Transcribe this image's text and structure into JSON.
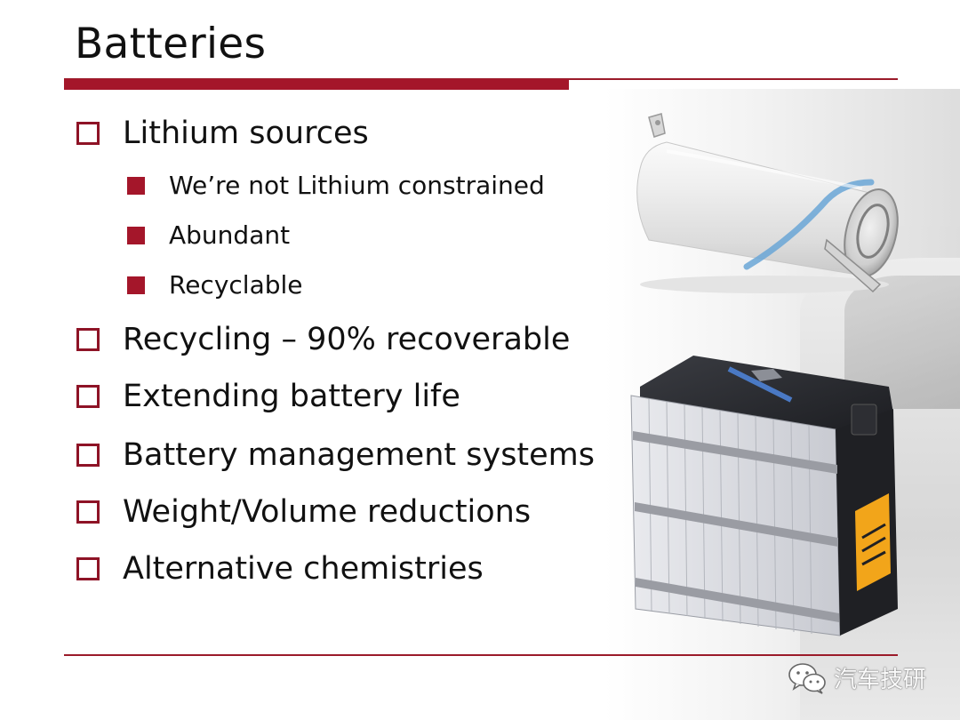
{
  "slide": {
    "title": "Batteries",
    "bullets": [
      {
        "text": "Lithium sources",
        "sub": [
          "We’re not Lithium constrained",
          "Abundant",
          "Recyclable"
        ]
      },
      {
        "text": "Recycling – 90% recoverable"
      },
      {
        "text": "Extending battery life"
      },
      {
        "text": "Battery management systems"
      },
      {
        "text": "Weight/Volume reductions"
      },
      {
        "text": "Alternative chemistries"
      }
    ]
  },
  "watermark": {
    "text": "汽车技研",
    "icon": "wechat-icon"
  },
  "colors": {
    "accent": "#a4162a",
    "text": "#111111"
  }
}
